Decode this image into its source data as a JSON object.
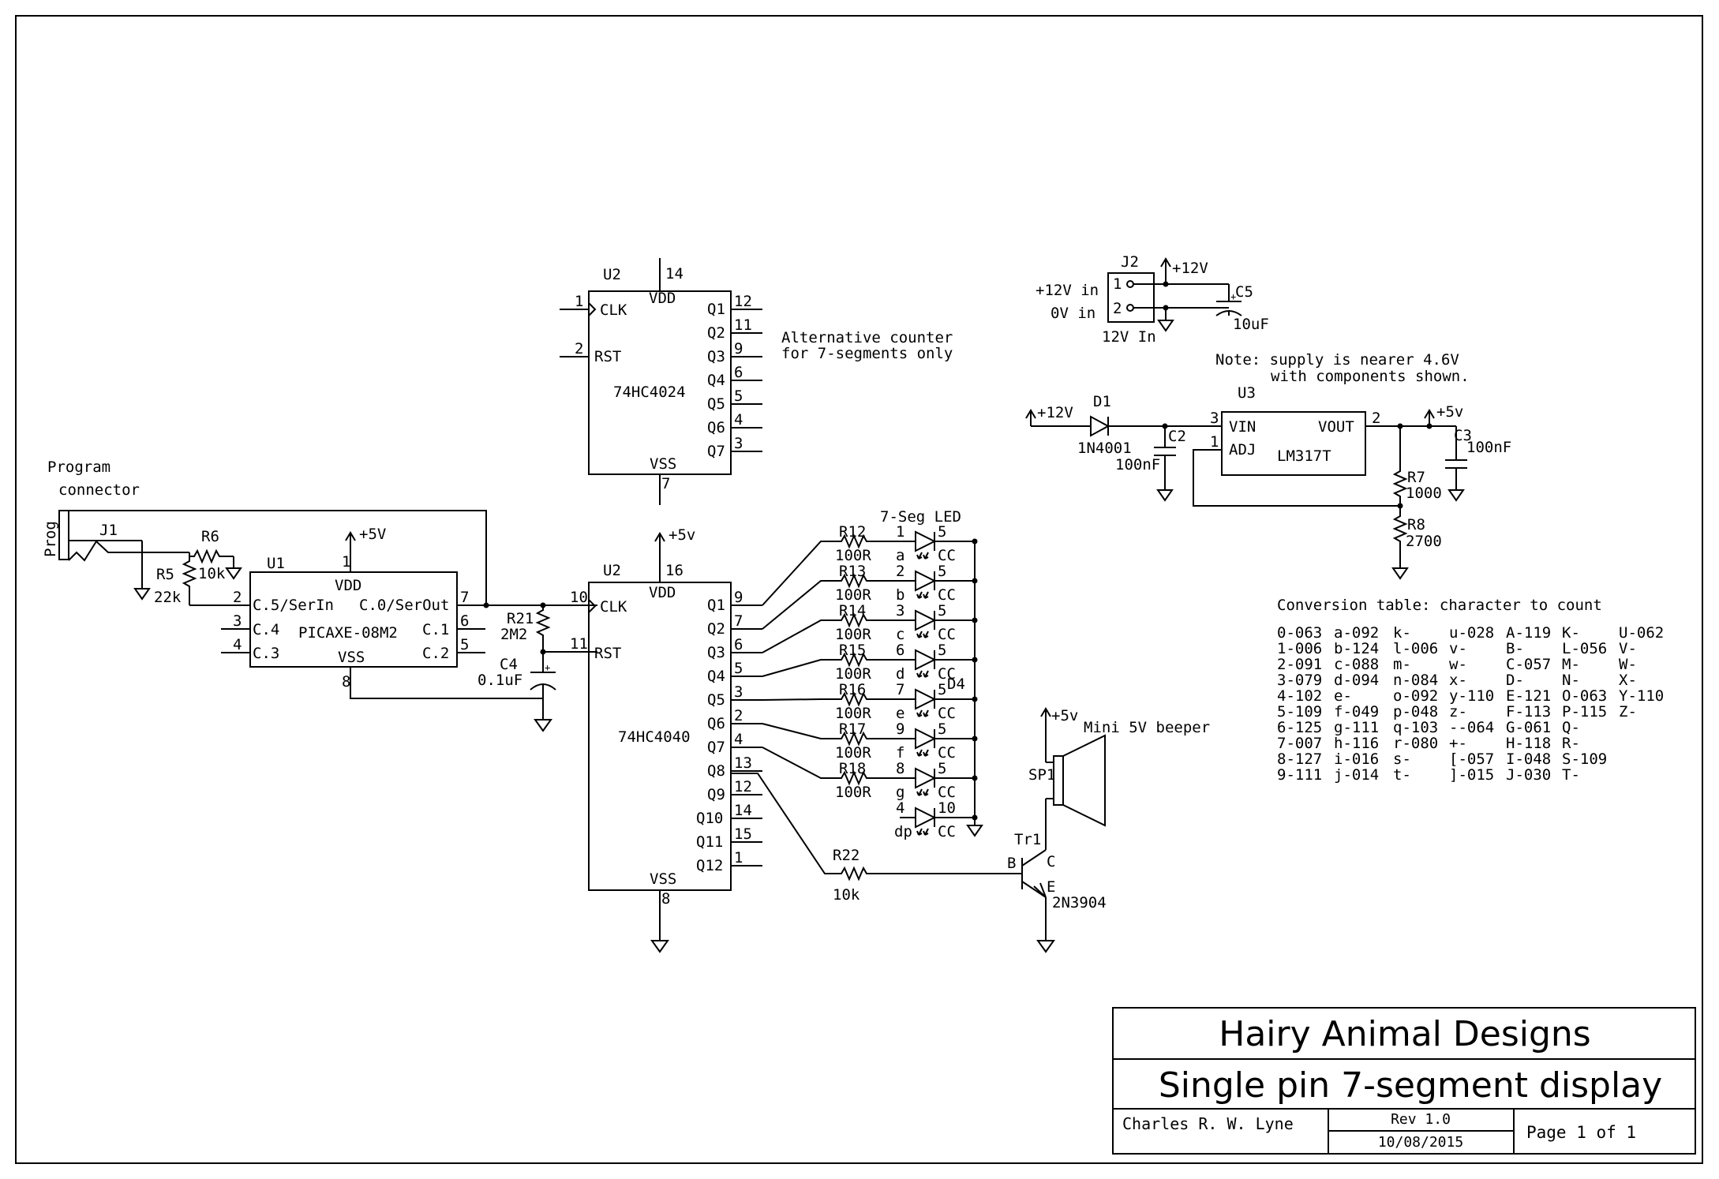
{
  "colors": {
    "ink": "#000000",
    "paper": "#ffffff"
  },
  "program": {
    "title": "Program",
    "subtitle": "connector",
    "plug": "Prog",
    "jack": "J1"
  },
  "u1": {
    "ref": "U1",
    "part": "PICAXE-08M2",
    "vdd": "VDD",
    "vss": "VSS",
    "pins": {
      "c5": "C.5/SerIn",
      "c4": "C.4",
      "c3": "C.3",
      "c0": "C.0/SerOut",
      "c1": "C.1",
      "c2": "C.2"
    },
    "pin_numbers": {
      "vdd": "1",
      "c5": "2",
      "c4": "3",
      "c3": "4",
      "c0": "7",
      "c1": "6",
      "c2": "5",
      "vss": "8"
    }
  },
  "res": {
    "r5": {
      "ref": "R5",
      "value": "22k"
    },
    "r6": {
      "ref": "R6",
      "value": "10k"
    },
    "r21": {
      "ref": "R21",
      "value": "2M2"
    },
    "r22": {
      "ref": "R22",
      "value": "10k"
    },
    "r7": {
      "ref": "R7",
      "value": "1000"
    },
    "r8": {
      "ref": "R8",
      "value": "2700"
    }
  },
  "c4": {
    "ref": "C4",
    "value": "0.1uF"
  },
  "supply": {
    "p5V": "+5V",
    "p5v": "+5v",
    "p12": "+12V",
    "p12in": "+12V"
  },
  "u2a": {
    "ref": "U2",
    "part": "74HC4024",
    "clk": "CLK",
    "rst": "RST",
    "vdd": "VDD",
    "vss": "VSS",
    "vdd_pin": "14",
    "vss_pin": "7",
    "clk_pin": "1",
    "rst_pin": "2",
    "outputs": [
      "Q1",
      "Q2",
      "Q3",
      "Q4",
      "Q5",
      "Q6",
      "Q7"
    ],
    "output_pins": [
      "12",
      "11",
      "9",
      "6",
      "5",
      "4",
      "3"
    ]
  },
  "alt_note": {
    "line1": "Alternative counter",
    "line2": "for 7-segments only"
  },
  "u2b": {
    "ref": "U2",
    "part": "74HC4040",
    "clk": "CLK",
    "rst": "RST",
    "vdd": "VDD",
    "vss": "VSS",
    "vdd_pin": "16",
    "vss_pin": "8",
    "clk_pin": "10",
    "rst_pin": "11",
    "outputs": [
      "Q1",
      "Q2",
      "Q3",
      "Q4",
      "Q5",
      "Q6",
      "Q7",
      "Q8",
      "Q9",
      "Q10",
      "Q11",
      "Q12"
    ],
    "output_pins": [
      "9",
      "7",
      "6",
      "5",
      "3",
      "2",
      "4",
      "13",
      "12",
      "14",
      "15",
      "1"
    ]
  },
  "display": {
    "title": "7-Seg LED",
    "ref": "D4",
    "rows": [
      {
        "res": "R12",
        "rval": "100R",
        "pin": "1",
        "seg": "a",
        "cpin": "5",
        "cc": "CC"
      },
      {
        "res": "R13",
        "rval": "100R",
        "pin": "2",
        "seg": "b",
        "cpin": "5",
        "cc": "CC"
      },
      {
        "res": "R14",
        "rval": "100R",
        "pin": "3",
        "seg": "c",
        "cpin": "5",
        "cc": "CC"
      },
      {
        "res": "R15",
        "rval": "100R",
        "pin": "6",
        "seg": "d",
        "cpin": "5",
        "cc": "CC"
      },
      {
        "res": "R16",
        "rval": "100R",
        "pin": "7",
        "seg": "e",
        "cpin": "5",
        "cc": "CC"
      },
      {
        "res": "R17",
        "rval": "100R",
        "pin": "9",
        "seg": "f",
        "cpin": "5",
        "cc": "CC"
      },
      {
        "res": "R18",
        "rval": "100R",
        "pin": "8",
        "seg": "g",
        "cpin": "5",
        "cc": "CC"
      },
      {
        "res": "",
        "rval": "",
        "pin": "4",
        "seg": "dp",
        "cpin": "10",
        "cc": "CC"
      }
    ]
  },
  "beeper": {
    "ref": "SP1",
    "label": "Mini 5V beeper",
    "supply": "+5v"
  },
  "tr1": {
    "ref": "Tr1",
    "part": "2N3904",
    "b": "B",
    "c": "C",
    "e": "E"
  },
  "j2": {
    "ref": "J2",
    "label": "12V In",
    "pin1": "1",
    "pin2": "2",
    "in12": "+12V in",
    "in0": "0V in"
  },
  "c5": {
    "ref": "C5",
    "value": "10uF"
  },
  "note": {
    "line1": "Note: supply is nearer 4.6V",
    "line2": "with components shown."
  },
  "d1": {
    "ref": "D1",
    "part": "1N4001"
  },
  "c2": {
    "ref": "C2",
    "value": "100nF"
  },
  "c3": {
    "ref": "C3",
    "value": "100nF"
  },
  "u3": {
    "ref": "U3",
    "part": "LM317T",
    "vin": "VIN",
    "adj": "ADJ",
    "vout": "VOUT",
    "vin_pin": "3",
    "adj_pin": "1",
    "vout_pin": "2"
  },
  "conversion": {
    "title": "Conversion table: character to count",
    "rows": [
      [
        "0-063",
        "a-092",
        "k-",
        "u-028",
        "A-119",
        "K-",
        "U-062"
      ],
      [
        "1-006",
        "b-124",
        "l-006",
        "v-",
        "B-",
        "L-056",
        "V-"
      ],
      [
        "2-091",
        "c-088",
        "m-",
        "w-",
        "C-057",
        "M-",
        "W-"
      ],
      [
        "3-079",
        "d-094",
        "n-084",
        "x-",
        "D-",
        "N-",
        "X-"
      ],
      [
        "4-102",
        "e-",
        "o-092",
        "y-110",
        "E-121",
        "O-063",
        "Y-110"
      ],
      [
        "5-109",
        "f-049",
        "p-048",
        "z-",
        "F-113",
        "P-115",
        "Z-"
      ],
      [
        "6-125",
        "g-111",
        "q-103",
        "--064",
        "G-061",
        "Q-",
        ""
      ],
      [
        "7-007",
        "h-116",
        "r-080",
        "+-",
        "H-118",
        "R-",
        ""
      ],
      [
        "8-127",
        "i-016",
        "s-",
        "[-057",
        "I-048",
        "S-109",
        ""
      ],
      [
        "9-111",
        "j-014",
        "t-",
        "]-015",
        "J-030",
        "T-",
        ""
      ]
    ]
  },
  "title_block": {
    "company": "Hairy Animal Designs",
    "title": "Single pin 7-segment display",
    "author": "Charles R. W. Lyne",
    "rev": "Rev 1.0",
    "date": "10/08/2015",
    "page": "Page 1 of 1"
  }
}
